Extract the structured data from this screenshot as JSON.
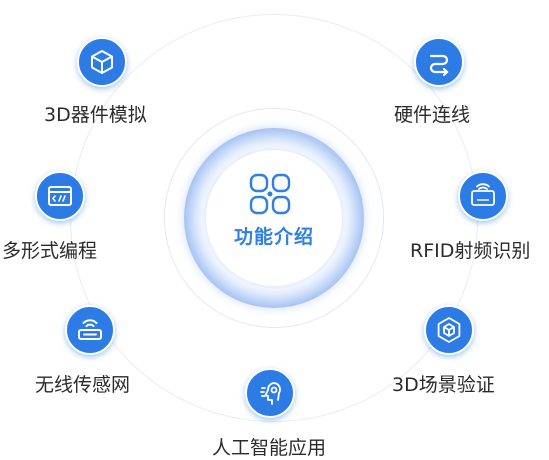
{
  "center": {
    "label": "功能介绍",
    "icon": "four-petal-icon"
  },
  "features": [
    {
      "label": "3D器件模拟",
      "icon": "cube-icon"
    },
    {
      "label": "硬件连线",
      "icon": "wire-route-icon"
    },
    {
      "label": "多形式编程",
      "icon": "code-window-icon"
    },
    {
      "label": "RFID射频识别",
      "icon": "rfid-card-icon"
    },
    {
      "label": "无线传感网",
      "icon": "wireless-router-icon"
    },
    {
      "label": "3D场景验证",
      "icon": "hexagon-cube-icon"
    },
    {
      "label": "人工智能应用",
      "icon": "ai-head-icon"
    }
  ],
  "colors": {
    "accent": "#2d7ce6",
    "center_text": "#2f7fe4",
    "text": "#2b2b2b"
  }
}
